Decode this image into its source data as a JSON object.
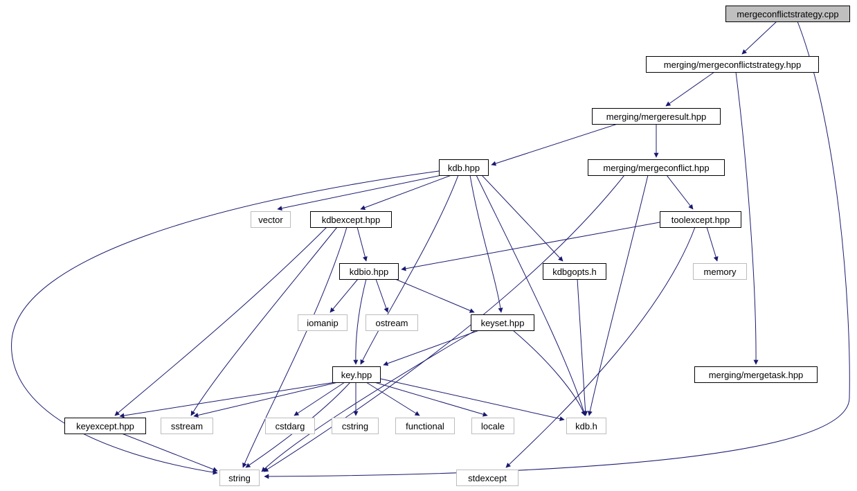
{
  "diagram": {
    "type": "include-dependency-graph",
    "root": "mergeconflictstrategy.cpp",
    "colors": {
      "background": "#ffffff",
      "edge": "#191970",
      "project_node_border": "#000000",
      "system_node_border": "#bcbcbc",
      "root_node_fill": "#bfbfbf",
      "node_fill": "#ffffff",
      "text": "#000000"
    },
    "nodes": [
      {
        "id": "cpp",
        "label": "mergeconflictstrategy.cpp",
        "kind": "source-file"
      },
      {
        "id": "mergeconflictstrategy_hpp",
        "label": "merging/mergeconflictstrategy.hpp",
        "kind": "project-header"
      },
      {
        "id": "mergeresult_hpp",
        "label": "merging/mergeresult.hpp",
        "kind": "project-header"
      },
      {
        "id": "kdb_hpp",
        "label": "kdb.hpp",
        "kind": "project-header"
      },
      {
        "id": "mergeconflict_hpp",
        "label": "merging/mergeconflict.hpp",
        "kind": "project-header"
      },
      {
        "id": "vector",
        "label": "vector",
        "kind": "system-header"
      },
      {
        "id": "kdbexcept_hpp",
        "label": "kdbexcept.hpp",
        "kind": "project-header"
      },
      {
        "id": "toolexcept_hpp",
        "label": "toolexcept.hpp",
        "kind": "project-header"
      },
      {
        "id": "kdbio_hpp",
        "label": "kdbio.hpp",
        "kind": "project-header"
      },
      {
        "id": "kdbgopts_h",
        "label": "kdbgopts.h",
        "kind": "project-header"
      },
      {
        "id": "memory",
        "label": "memory",
        "kind": "system-header"
      },
      {
        "id": "iomanip",
        "label": "iomanip",
        "kind": "system-header"
      },
      {
        "id": "ostream",
        "label": "ostream",
        "kind": "system-header"
      },
      {
        "id": "keyset_hpp",
        "label": "keyset.hpp",
        "kind": "project-header"
      },
      {
        "id": "key_hpp",
        "label": "key.hpp",
        "kind": "project-header"
      },
      {
        "id": "mergetask_hpp",
        "label": "merging/mergetask.hpp",
        "kind": "project-header"
      },
      {
        "id": "keyexcept_hpp",
        "label": "keyexcept.hpp",
        "kind": "project-header"
      },
      {
        "id": "sstream",
        "label": "sstream",
        "kind": "system-header"
      },
      {
        "id": "cstdarg",
        "label": "cstdarg",
        "kind": "system-header"
      },
      {
        "id": "cstring",
        "label": "cstring",
        "kind": "system-header"
      },
      {
        "id": "functional",
        "label": "functional",
        "kind": "system-header"
      },
      {
        "id": "locale",
        "label": "locale",
        "kind": "system-header"
      },
      {
        "id": "kdb_h",
        "label": "kdb.h",
        "kind": "system-header"
      },
      {
        "id": "string",
        "label": "string",
        "kind": "system-header"
      },
      {
        "id": "stdexcept",
        "label": "stdexcept",
        "kind": "system-header"
      }
    ],
    "edges": [
      {
        "from": "cpp",
        "to": "mergeconflictstrategy_hpp"
      },
      {
        "from": "cpp",
        "to": "string"
      },
      {
        "from": "mergeconflictstrategy_hpp",
        "to": "mergeresult_hpp"
      },
      {
        "from": "mergeconflictstrategy_hpp",
        "to": "mergetask_hpp"
      },
      {
        "from": "mergeresult_hpp",
        "to": "kdb_hpp"
      },
      {
        "from": "mergeresult_hpp",
        "to": "mergeconflict_hpp"
      },
      {
        "from": "mergeconflict_hpp",
        "to": "toolexcept_hpp"
      },
      {
        "from": "mergeconflict_hpp",
        "to": "kdb_h"
      },
      {
        "from": "mergeconflict_hpp",
        "to": "string"
      },
      {
        "from": "toolexcept_hpp",
        "to": "memory"
      },
      {
        "from": "toolexcept_hpp",
        "to": "kdbio_hpp"
      },
      {
        "from": "toolexcept_hpp",
        "to": "stdexcept"
      },
      {
        "from": "kdb_hpp",
        "to": "vector"
      },
      {
        "from": "kdb_hpp",
        "to": "kdbexcept_hpp"
      },
      {
        "from": "kdb_hpp",
        "to": "keyset_hpp"
      },
      {
        "from": "kdb_hpp",
        "to": "key_hpp"
      },
      {
        "from": "kdb_hpp",
        "to": "kdbgopts_h"
      },
      {
        "from": "kdb_hpp",
        "to": "kdb_h"
      },
      {
        "from": "kdb_hpp",
        "to": "string"
      },
      {
        "from": "kdbexcept_hpp",
        "to": "kdbio_hpp"
      },
      {
        "from": "kdbexcept_hpp",
        "to": "keyexcept_hpp"
      },
      {
        "from": "kdbexcept_hpp",
        "to": "sstream"
      },
      {
        "from": "kdbexcept_hpp",
        "to": "string"
      },
      {
        "from": "kdbio_hpp",
        "to": "iomanip"
      },
      {
        "from": "kdbio_hpp",
        "to": "ostream"
      },
      {
        "from": "kdbio_hpp",
        "to": "keyset_hpp"
      },
      {
        "from": "kdbio_hpp",
        "to": "key_hpp"
      },
      {
        "from": "keyset_hpp",
        "to": "key_hpp"
      },
      {
        "from": "keyset_hpp",
        "to": "kdb_h"
      },
      {
        "from": "keyset_hpp",
        "to": "string"
      },
      {
        "from": "key_hpp",
        "to": "keyexcept_hpp"
      },
      {
        "from": "key_hpp",
        "to": "sstream"
      },
      {
        "from": "key_hpp",
        "to": "cstdarg"
      },
      {
        "from": "key_hpp",
        "to": "cstring"
      },
      {
        "from": "key_hpp",
        "to": "functional"
      },
      {
        "from": "key_hpp",
        "to": "locale"
      },
      {
        "from": "key_hpp",
        "to": "kdb_h"
      },
      {
        "from": "key_hpp",
        "to": "string"
      },
      {
        "from": "keyexcept_hpp",
        "to": "string"
      },
      {
        "from": "kdbgopts_h",
        "to": "kdb_h"
      }
    ]
  }
}
